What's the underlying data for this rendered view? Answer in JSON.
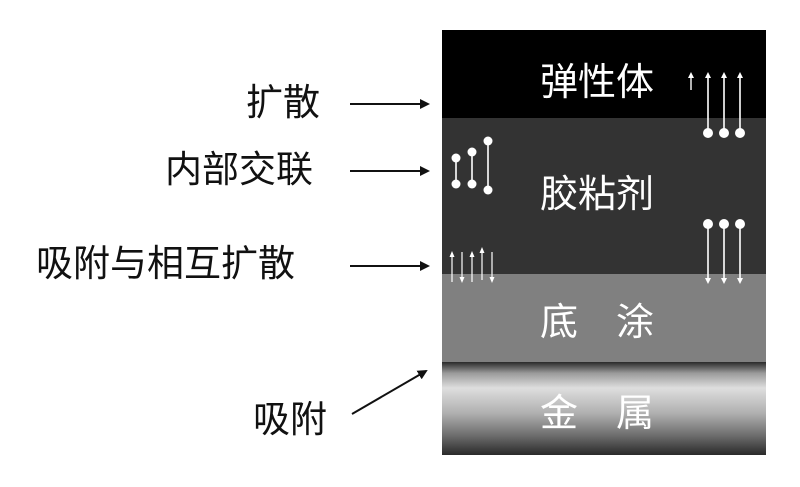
{
  "labels": {
    "diffusion": "扩散",
    "internal_crosslink": "内部交联",
    "adsorption_interdiffusion": "吸附与相互扩散",
    "adsorption": "吸附"
  },
  "layers": {
    "elastomer": "弹性体",
    "adhesive": "胶粘剂",
    "primer": "底　涂",
    "metal": "金　属"
  },
  "colors": {
    "elastomer": "#000000",
    "adhesive": "#333333",
    "primer": "#808080",
    "metal_light": "#d8d8d8",
    "metal_dark": "#2a2a2a",
    "text": "#111111",
    "layer_text": "#ffffff"
  },
  "icons": {
    "arrow": "right-arrow-icon",
    "molecule": "dumbbell-molecule-icon",
    "diffusion_arrows": "updown-arrows-icon"
  }
}
